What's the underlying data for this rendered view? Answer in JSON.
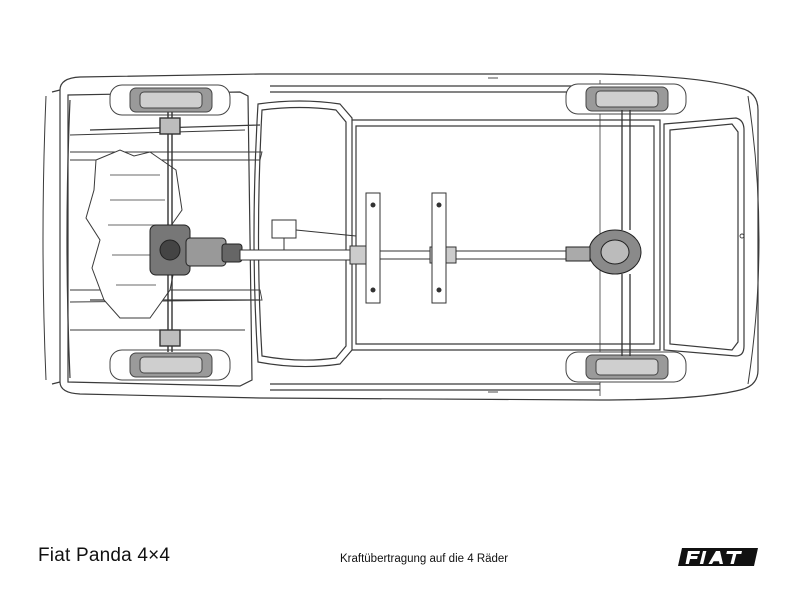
{
  "title": "Fiat Panda 4×4",
  "caption": "Kraftübertragung auf die 4 Räder",
  "logo_text": "FIAT",
  "colors": {
    "line": "#3a3a3a",
    "fill": "#ffffff",
    "mechanism": "#555555",
    "logo": "#111111"
  }
}
